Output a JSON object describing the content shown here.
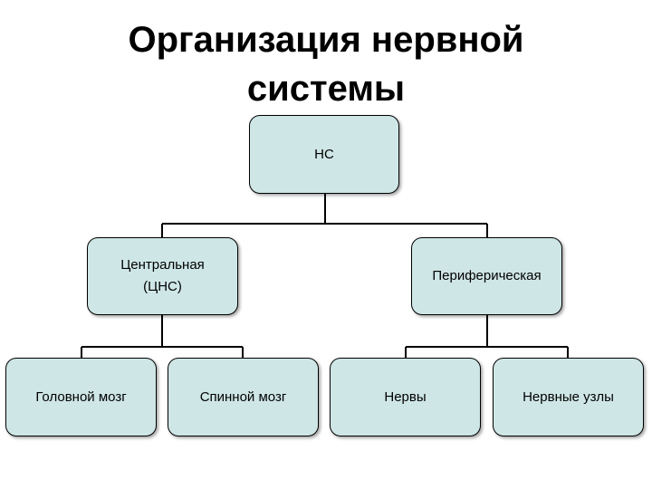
{
  "title": {
    "line1": "Организация нервной",
    "line2": "системы"
  },
  "nodes": {
    "root": "НС",
    "cns": "Центральная\n(ЦНС)",
    "pns": "Периферическая",
    "brain": "Головной мозг",
    "spinal": "Спинной мозг",
    "nerves": "Нервы",
    "ganglia": "Нервные узлы"
  },
  "colors": {
    "box_fill": "#cfe6e6",
    "line": "#000000"
  }
}
